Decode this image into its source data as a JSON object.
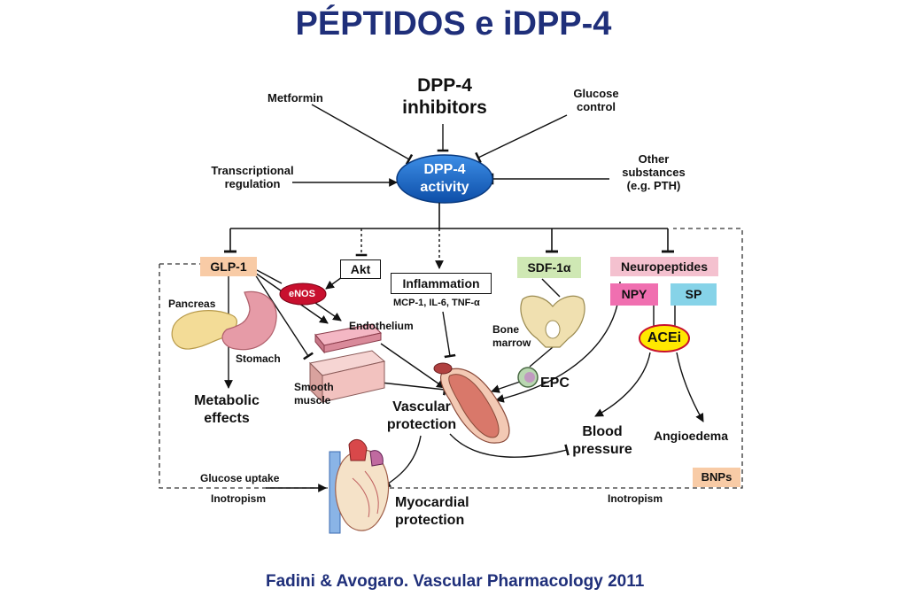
{
  "title": "PÉPTIDOS e iDPP-4",
  "citation": "Fadini & Avogaro. Vascular Pharmacology 2011",
  "diagram": {
    "dpp4_inhibitors": "DPP-4\ninhibitors",
    "metformin": "Metformin",
    "glucose_control": "Glucose\ncontrol",
    "transcriptional": "Transcriptional\nregulation",
    "other_substances": "Other\nsubstances\n(e.g. PTH)",
    "dpp4_activity": "DPP-4\nactivity",
    "glp1": "GLP-1",
    "akt": "Akt",
    "inflammation": "Inflammation",
    "inflammation_sub": "MCP-1, IL-6, TNF-α",
    "sdf1": "SDF-1α",
    "neuropeptides": "Neuropeptides",
    "npy": "NPY",
    "sp": "SP",
    "enos": "eNOS",
    "pancreas": "Pancreas",
    "stomach": "Stomach",
    "endothelium": "Endothelium",
    "smooth_muscle": "Smooth\nmuscle",
    "bone_marrow": "Bone\nmarrow",
    "epc": "EPC",
    "acei": "ACEi",
    "metabolic": "Metabolic\neffects",
    "vascular": "Vascular\nprotection",
    "blood_pressure": "Blood\npressure",
    "angioedema": "Angioedema",
    "glucose_uptake": "Glucose uptake",
    "inotropism_left": "Inotropism",
    "inotropism_right": "Inotropism",
    "bnps": "BNPs",
    "myocardial": "Myocardial\nprotection"
  },
  "colors": {
    "title": "#1f2f7a",
    "dpp4_activity": "#1560b8",
    "glp1_box": "#f8cba6",
    "sdf1_box": "#cfe8b4",
    "neuropeptides_box": "#f4c1cf",
    "npy_box": "#f06fb0",
    "sp_box": "#86d3e8",
    "bnps_box": "#f8cba6",
    "enos": "#c8102e",
    "acei": "#ffe800"
  }
}
